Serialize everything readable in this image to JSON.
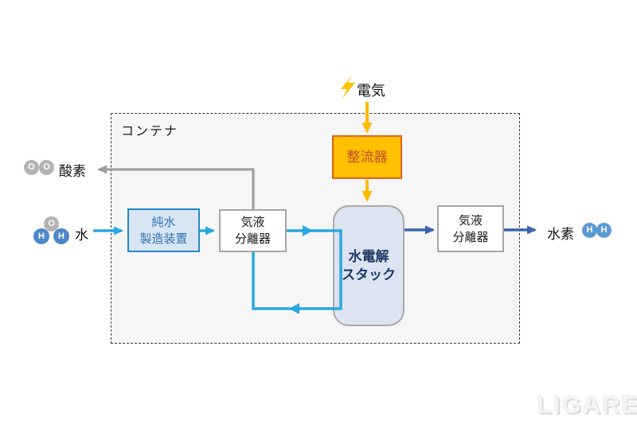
{
  "diagram": {
    "container": {
      "label": "コンテナ"
    },
    "inputs": {
      "electricity": {
        "label": "電気"
      },
      "water": {
        "label": "水",
        "molecule": {
          "o": "O",
          "h": "H"
        }
      }
    },
    "outputs": {
      "oxygen": {
        "label": "酸素",
        "molecule": {
          "o": "O"
        }
      },
      "hydrogen": {
        "label": "水素",
        "molecule": {
          "h": "H"
        }
      }
    },
    "nodes": {
      "rectifier": {
        "label": "整流器"
      },
      "pure_water_unit": {
        "line1": "純水",
        "line2": "製造装置"
      },
      "separator_left": {
        "line1": "気液",
        "line2": "分離器"
      },
      "stack": {
        "line1": "水電解",
        "line2": "スタック"
      },
      "separator_right": {
        "line1": "気液",
        "line2": "分離器"
      }
    },
    "watermark": "LIGARE",
    "colors": {
      "flow_water": "#29A8E0",
      "flow_hydrogen": "#3A62AD",
      "flow_oxygen": "#9B9B9B",
      "flow_electricity": "#FBBA00",
      "rectifier_fill": "#FFC000",
      "rectifier_border": "#E4611B",
      "rectifier_text": "#C14B2B",
      "stack_fill": "#DCE3F1",
      "stack_text": "#1F3864",
      "pure_water_fill": "#D8E5F3",
      "pure_water_border": "#2388CB",
      "pure_water_text": "#2E74B5",
      "box_border_gray": "#A6A6A6",
      "container_fill": "#F6F6F7",
      "atom_gray": "#B3B3B3",
      "atom_blue_water": "#4D87C8",
      "atom_blue_hydrogen": "#5B9BD5"
    }
  }
}
